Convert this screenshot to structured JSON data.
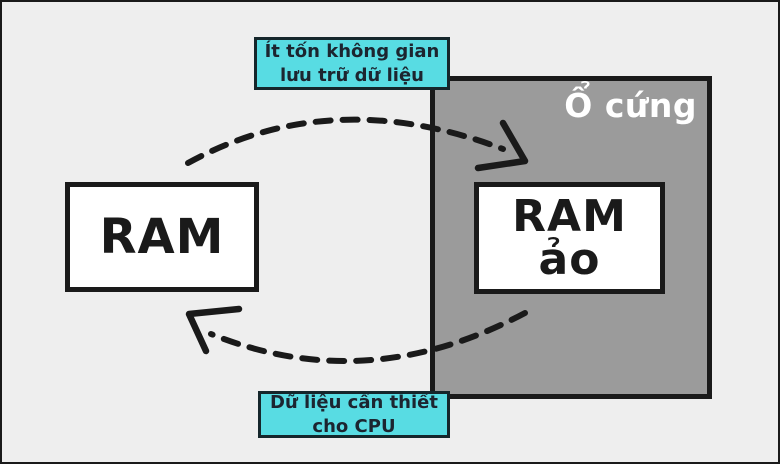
{
  "diagram": {
    "title": "RAM vs RAM ao (virtual RAM) data flow diagram",
    "panel": {
      "label": "Ổ cứng"
    },
    "ram_box": {
      "label": "RAM"
    },
    "virtual_ram_box": {
      "line1": "RAM",
      "line2": "ảo"
    },
    "top_callout": {
      "line1": "Ít tốn không gian",
      "line2": "lưu trữ dữ liệu"
    },
    "bottom_callout": {
      "line1": "Dữ liệu cần thiết",
      "line2": "cho CPU"
    },
    "colors": {
      "background": "#eeeeee",
      "panel_gray": "#9b9b9b",
      "ink": "#1a1a1a",
      "cyan": "#58dce3",
      "callout_border": "#15262b",
      "label_text": "#1c2530",
      "white": "#ffffff"
    }
  }
}
